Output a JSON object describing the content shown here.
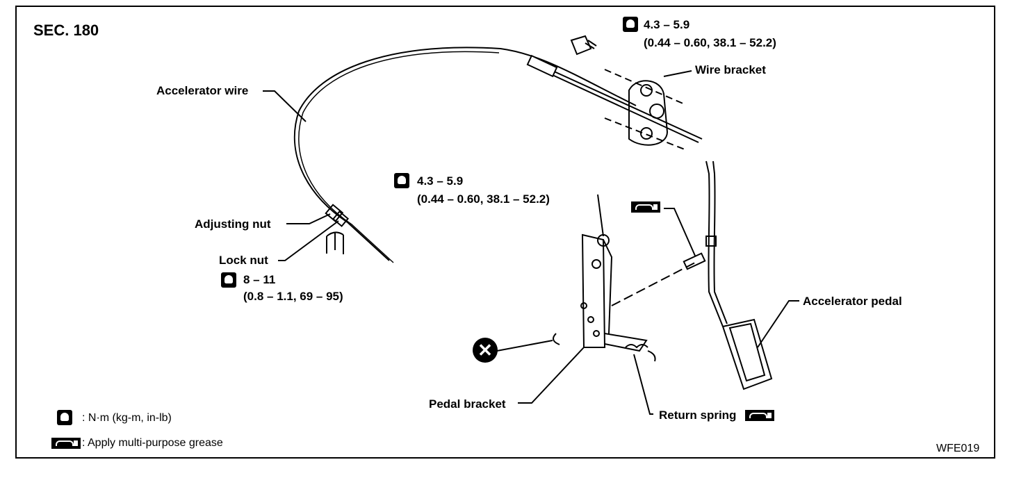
{
  "section": "SEC. 180",
  "labels": {
    "accelerator_wire": "Accelerator wire",
    "adjusting_nut": "Adjusting nut",
    "lock_nut": "Lock nut",
    "wire_bracket": "Wire bracket",
    "accelerator_pedal": "Accelerator pedal",
    "pedal_bracket": "Pedal bracket",
    "return_spring": "Return spring"
  },
  "torques": {
    "bracket_bolt": {
      "value": "4.3 – 5.9",
      "alt": "(0.44 – 0.60, 38.1 – 52.2)"
    },
    "pedal_nut": {
      "value": "4.3 – 5.9",
      "alt": "(0.44 – 0.60, 38.1 – 52.2)"
    },
    "lock_nut": {
      "value": "8 – 11",
      "alt": "(0.8 – 1.1, 69 – 95)"
    }
  },
  "legend": {
    "torque": ": N·m (kg-m, in-lb)",
    "grease": ": Apply multi-purpose grease"
  },
  "code": "WFE019",
  "icons": [
    "torque-wrench-icon",
    "grease-icon",
    "do-not-reuse-icon"
  ]
}
